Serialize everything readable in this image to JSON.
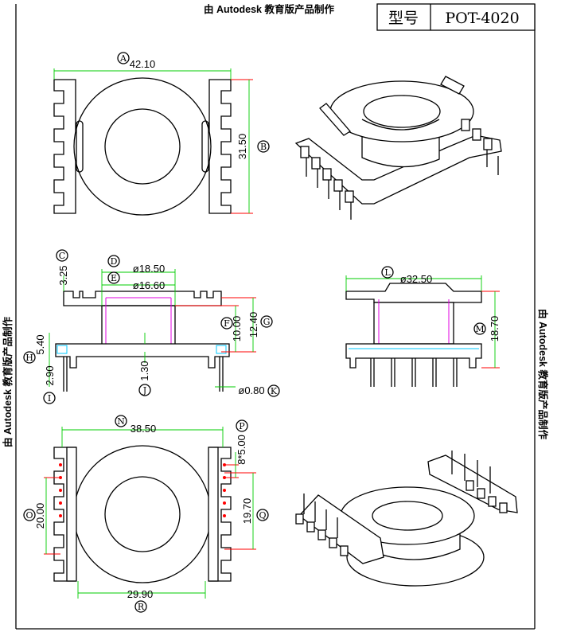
{
  "watermark": "由 Autodesk 教育版产品制作",
  "title_block": {
    "label": "型号",
    "model": "POT-4020"
  },
  "top_view": {
    "A": {
      "letter": "A",
      "value": "42.10"
    },
    "B": {
      "letter": "B",
      "value": "31.50"
    }
  },
  "side_view": {
    "C": {
      "letter": "C",
      "value": "3.25"
    },
    "D": {
      "letter": "D",
      "value": "ø18.50"
    },
    "E": {
      "letter": "E",
      "value": "ø16.60"
    },
    "F": {
      "letter": "F",
      "value": "10.00"
    },
    "G": {
      "letter": "G",
      "value": "12.40"
    },
    "H": {
      "letter": "H",
      "value": "5.40"
    },
    "I": {
      "letter": "I",
      "value": "2.90"
    },
    "J": {
      "letter": "J",
      "value": "1.30"
    },
    "K": {
      "letter": "K",
      "value": "ø0.80"
    }
  },
  "front_view": {
    "L": {
      "letter": "L",
      "value": "ø32.50"
    },
    "M": {
      "letter": "M",
      "value": "18.70"
    }
  },
  "bottom_view": {
    "N": {
      "letter": "N",
      "value": "38.50"
    },
    "P": {
      "letter": "P",
      "value": "8*5.00"
    },
    "O": {
      "letter": "O",
      "value": "20.00"
    },
    "Q": {
      "letter": "Q",
      "value": "19.70"
    },
    "R": {
      "letter": "R",
      "value": "29.90"
    }
  }
}
